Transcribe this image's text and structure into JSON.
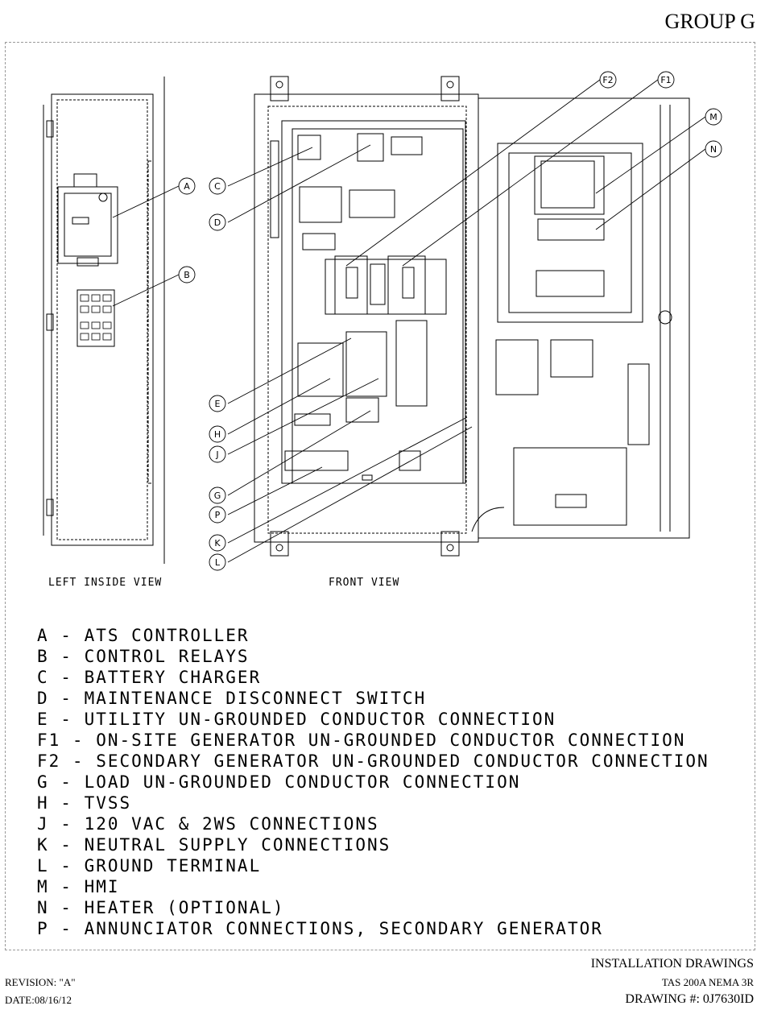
{
  "header": {
    "group": "GROUP G"
  },
  "views": {
    "left": "LEFT INSIDE VIEW",
    "front": "FRONT VIEW"
  },
  "callouts": [
    "A",
    "B",
    "C",
    "D",
    "E",
    "F1",
    "F2",
    "G",
    "H",
    "J",
    "K",
    "L",
    "M",
    "N",
    "P"
  ],
  "legend": [
    "A - ATS CONTROLLER",
    "B - CONTROL RELAYS",
    "C - BATTERY CHARGER",
    "D - MAINTENANCE DISCONNECT SWITCH",
    "E - UTILITY UN-GROUNDED CONDUCTOR CONNECTION",
    "F1 - ON-SITE GENERATOR UN-GROUNDED CONDUCTOR CONNECTION",
    "F2 - SECONDARY GENERATOR UN-GROUNDED CONDUCTOR CONNECTION",
    "G - LOAD UN-GROUNDED CONDUCTOR CONNECTION",
    "H - TVSS",
    "J - 120 VAC & 2WS CONNECTIONS",
    "K - NEUTRAL SUPPLY CONNECTIONS",
    "L - GROUND TERMINAL",
    "M - HMI",
    "N - HEATER (OPTIONAL)",
    "P - ANNUNCIATOR CONNECTIONS, SECONDARY GENERATOR"
  ],
  "footer": {
    "revision": "REVISION: \"A\"",
    "date": "DATE:08/16/12",
    "title": "INSTALLATION DRAWINGS",
    "model": "TAS 200A NEMA 3R",
    "drawing": "DRAWING #: 0J7630ID"
  }
}
